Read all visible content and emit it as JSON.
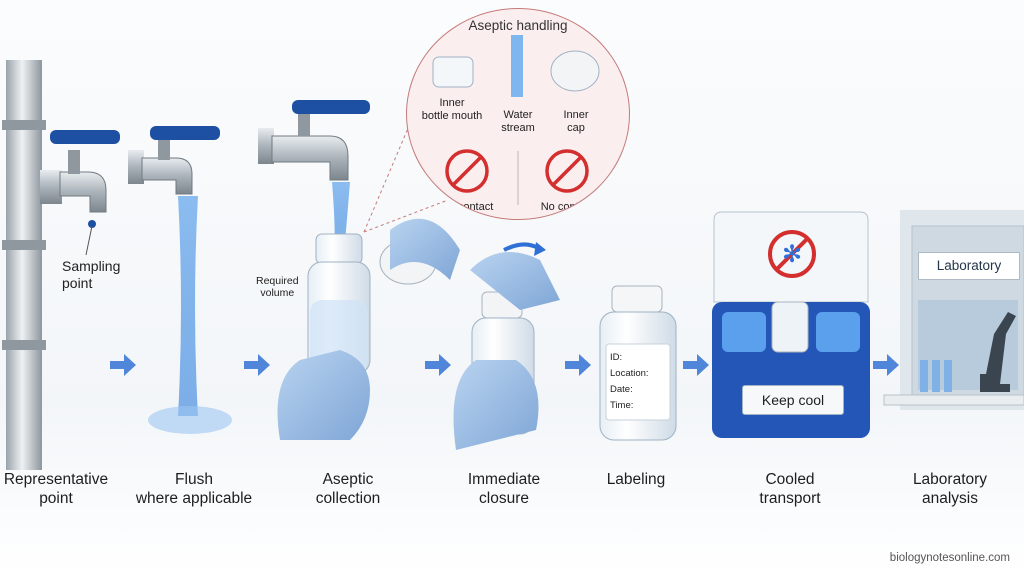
{
  "steps": [
    {
      "line1": "Representative",
      "line2": "point"
    },
    {
      "line1": "Flush",
      "line2": "where applicable"
    },
    {
      "line1": "Aseptic",
      "line2": "collection"
    },
    {
      "line1": "Immediate",
      "line2": "closure"
    },
    {
      "line1": "Labeling",
      "line2": ""
    },
    {
      "line1": "Cooled",
      "line2": "transport"
    },
    {
      "line1": "Laboratory",
      "line2": "analysis"
    }
  ],
  "annotations": {
    "sampling_point_line1": "Sampling",
    "sampling_point_line2": "point",
    "required_volume_line1": "Required",
    "required_volume_line2": "volume"
  },
  "callout": {
    "title": "Aseptic handling",
    "items": [
      {
        "line1": "Inner",
        "line2": "bottle mouth"
      },
      {
        "line1": "Water",
        "line2": "stream"
      },
      {
        "line1": "Inner",
        "line2": "cap"
      }
    ],
    "no_contact_left": "No contact",
    "no_contact_right": "No contact"
  },
  "label_fields": [
    "ID:",
    "Location:",
    "Date:",
    "Time:"
  ],
  "cooler_label": "Keep cool",
  "lab_sign": "Laboratory",
  "credit": "biologynotesonline.com",
  "colors": {
    "accent_blue": "#2f6fd6",
    "handle_blue": "#1d4fa3",
    "cooler_blue": "#2456b8",
    "prohibit_red": "#d32f2f",
    "callout_fill": "#fbeeee",
    "callout_border": "#c47a7a"
  }
}
